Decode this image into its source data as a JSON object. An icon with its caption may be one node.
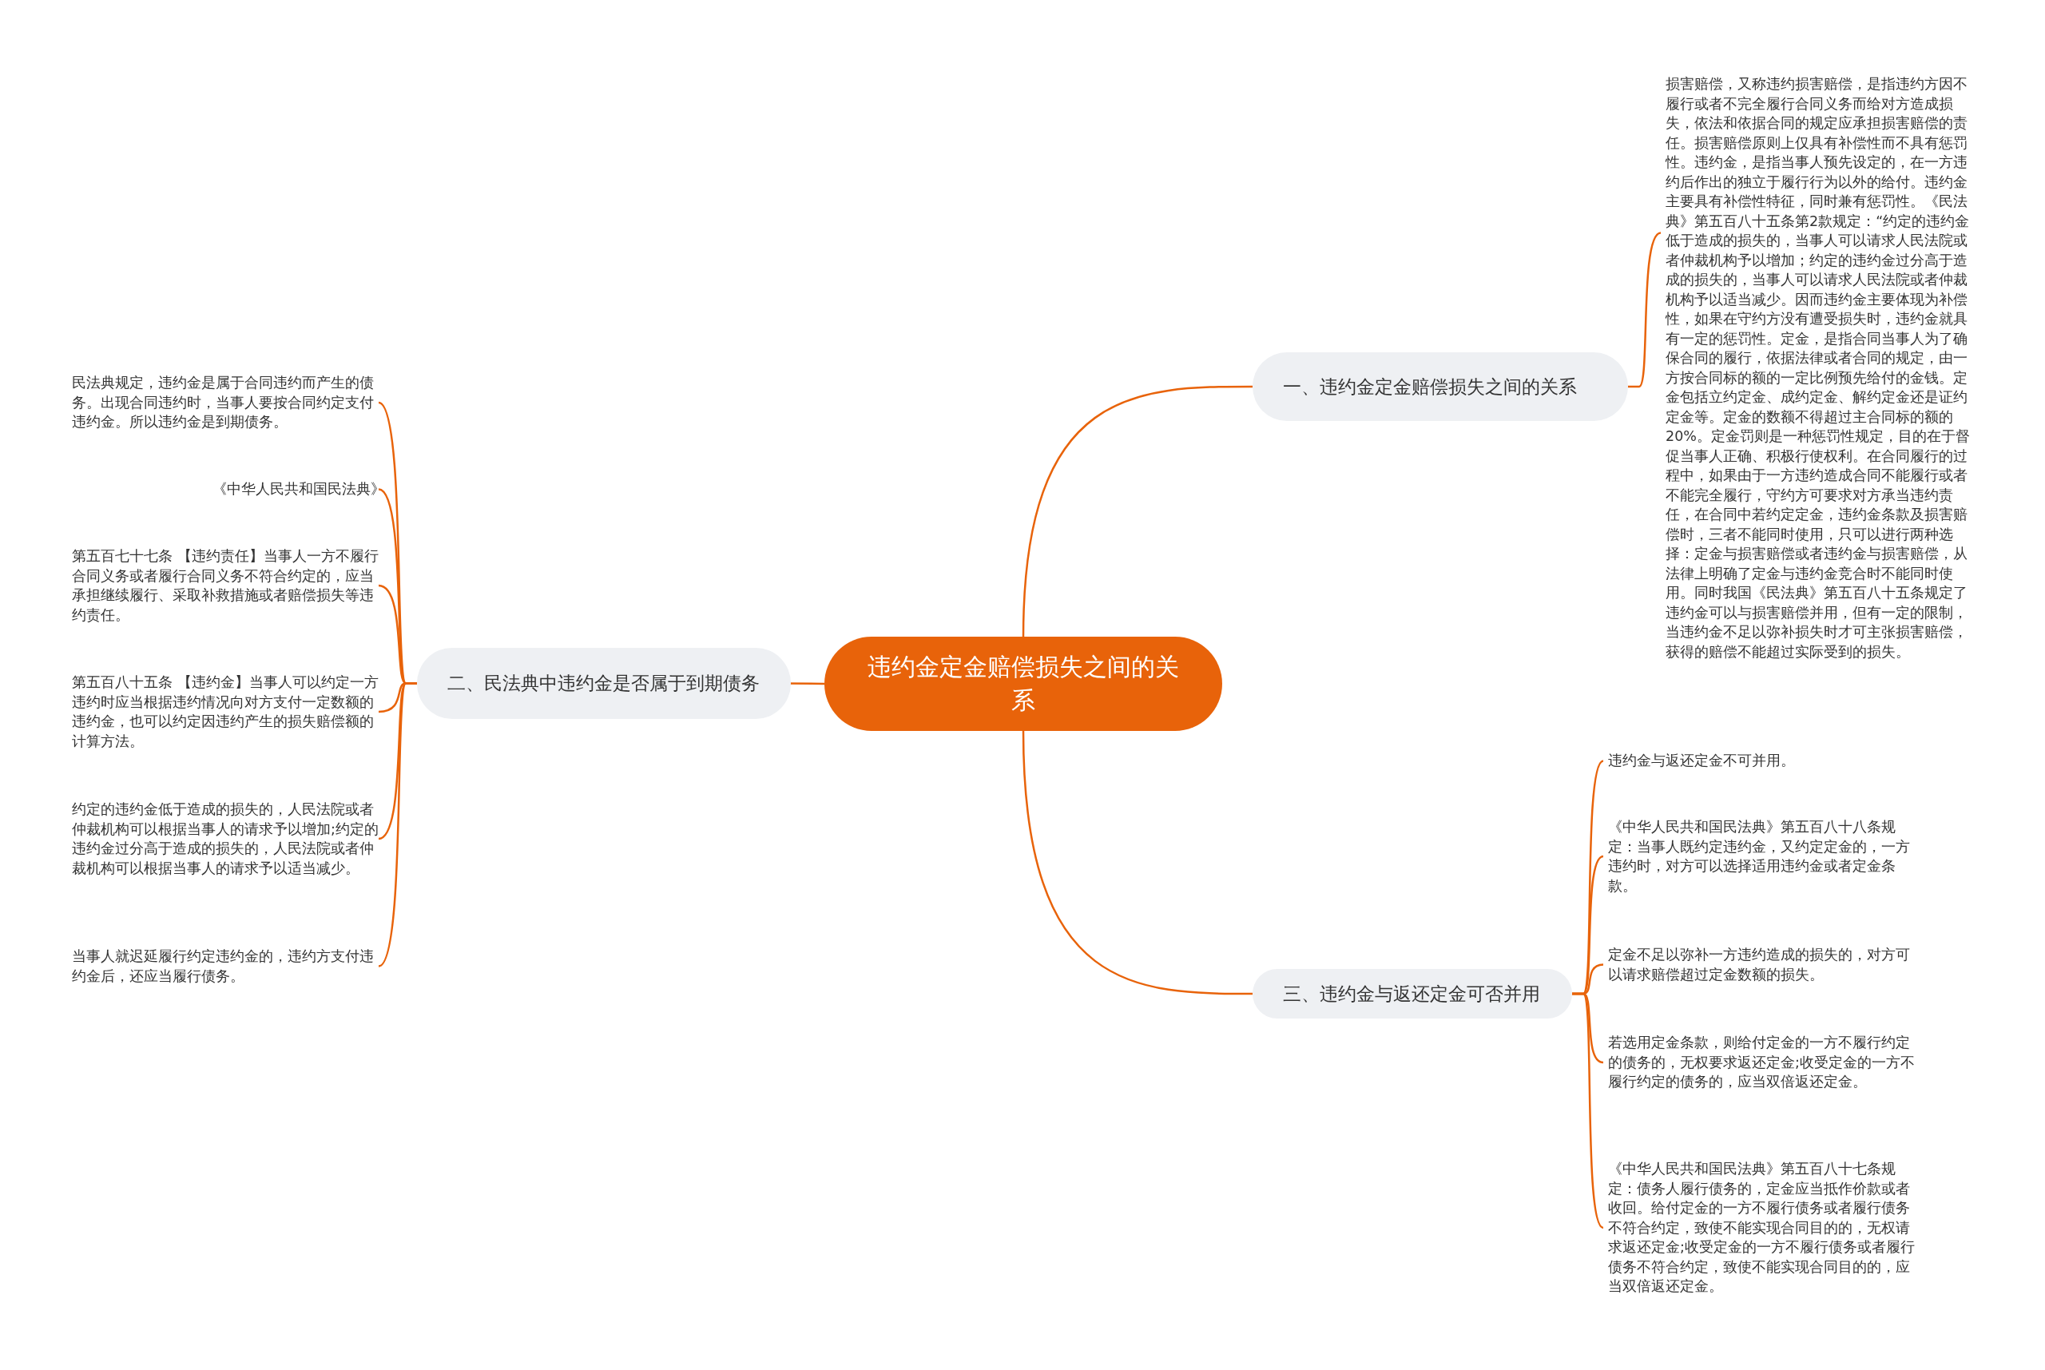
{
  "diagram": {
    "nodes": [
      {
        "text": [
          "违约金定金赔偿损失之间的关系"
        ]
      },
      {
        "text": [
          "一、违约金定金赔偿损失之间的关系"
        ]
      },
      {
        "text": [
          "二、民法典中违约金是否属于到期债务"
        ]
      },
      {
        "text": [
          "三、违约金与返还定金可否并用"
        ]
      },
      {
        "text": [
          "损害赔偿，又称违约损害赔偿，是指违约方因不履行或者不完全履行合同义务而给对方造成损失，依法和依据合同的规定应承担损害赔偿的责任。损害赔偿原则上仅具有补偿性而不具有惩罚性。违约金，是指当事人预先设定的，在一方违约后作出的独立于履行行为以外的给付。违约金主要具有补偿性特征，同时兼有惩罚性。《民法典》第五百八十五条第2款规定：“约定的违约金低于造成的损失的，当事人可以请求人民法院或者仲裁机构予以增加；约定的违约金过分高于造成的损失的，当事人可以请求人民法院或者仲裁机构予以适当减少。因而违约金主要体现为补偿性，如果在守约方没有遭受损失时，违约金就具有一定的惩罚性。定金，是指合同当事人为了确保合同的履行，依据法律或者合同的规定，由一方按合同标的额的一定比例预先给付的金钱。定金包括立约定金、成约定金、解约定金还是证约定金等。定金的数额不得超过主合同标的额的20%。定金罚则是一种惩罚性规定，目的在于督促当事人正确、积极行使权利。在合同履行的过程中，如果由于一方违约造成合同不能履行或者不能完全履行，守约方可要求对方承当违约责任，在合同中若约定定金，违约金条款及损害赔偿时，三者不能同时使用，只可以进行两种选择：定金与损害赔偿或者违约金与损害赔偿，从法律上明确了定金与违约金竞合时不能同时使用。同时我国《民法典》第五百八十五条规定了违约金可以与损害赔偿并用，但有一定的限制，当违约金不足以弥补损失时才可主张损害赔偿，获得的赔偿不能超过实际受到的损失。"
        ]
      },
      {
        "text": [
          "民法典规定，违约金是属于合同违约而产生的债务。出现合同违约时，当事人要按合同约定支付违约金。所以违约金是到期债务。"
        ]
      },
      {
        "text": [
          "《中华人民共和国民法典》"
        ]
      },
      {
        "text": [
          "第五百七十七条 【违约责任】当事人一方不履行合同义务或者履行合同义务不符合约定的，应当承担继续履行、采取补救措施或者赔偿损失等违约责任。"
        ]
      },
      {
        "text": [
          "第五百八十五条 【违约金】当事人可以约定一方违约时应当根据违约情况向对方支付一定数额的违约金，也可以约定因违约产生的损失赔偿额的计算方法。"
        ]
      },
      {
        "text": [
          "约定的违约金低于造成的损失的，人民法院或者仲裁机构可以根据当事人的请求予以增加;约定的违约金过分高于造成的损失的，人民法院或者仲裁机构可以根据当事人的请求予以适当减少。"
        ]
      },
      {
        "text": [
          "当事人就迟延履行约定违约金的，违约方支付违约金后，还应当履行债务。"
        ]
      },
      {
        "text": [
          "违约金与返还定金不可并用。"
        ]
      },
      {
        "text": [
          "《中华人民共和国民法典》第五百八十八条规定：当事人既约定违约金，又约定定金的，一方违约时，对方可以选择适用违约金或者定金条款。"
        ]
      },
      {
        "text": [
          "定金不足以弥补一方违约造成的损失的，对方可以请求赔偿超过定金数额的损失。"
        ]
      },
      {
        "text": [
          "若选用定金条款，则给付定金的一方不履行约定的债务的，无权要求返还定金;收受定金的一方不履行约定的债务的，应当双倍返还定金。"
        ]
      },
      {
        "text": [
          "《中华人民共和国民法典》第五百八十七条规定：债务人履行债务的，定金应当抵作价款或者收回。给付定金的一方不履行债务或者履行债务不符合约定，致使不能实现合同目的的，无权请求返还定金;收受定金的一方不履行债务或者履行债务不符合约定，致使不能实现合同目的的，应当双倍返还定金。"
        ]
      }
    ],
    "edges": [
      {
        "from": 0,
        "to": 1,
        "arrow": "none"
      },
      {
        "from": 0,
        "to": 2,
        "arrow": "none"
      },
      {
        "from": 0,
        "to": 3,
        "arrow": "none"
      },
      {
        "from": 1,
        "to": 4,
        "arrow": "none"
      },
      {
        "from": 2,
        "to": 5,
        "arrow": "none"
      },
      {
        "from": 2,
        "to": 6,
        "arrow": "none"
      },
      {
        "from": 2,
        "to": 7,
        "arrow": "none"
      },
      {
        "from": 2,
        "to": 8,
        "arrow": "none"
      },
      {
        "from": 2,
        "to": 9,
        "arrow": "none"
      },
      {
        "from": 2,
        "to": 10,
        "arrow": "none"
      },
      {
        "from": 3,
        "to": 11,
        "arrow": "none"
      },
      {
        "from": 3,
        "to": 12,
        "arrow": "none"
      },
      {
        "from": 3,
        "to": 13,
        "arrow": "none"
      },
      {
        "from": 3,
        "to": 14,
        "arrow": "none"
      },
      {
        "from": 3,
        "to": 15,
        "arrow": "none"
      }
    ]
  }
}
